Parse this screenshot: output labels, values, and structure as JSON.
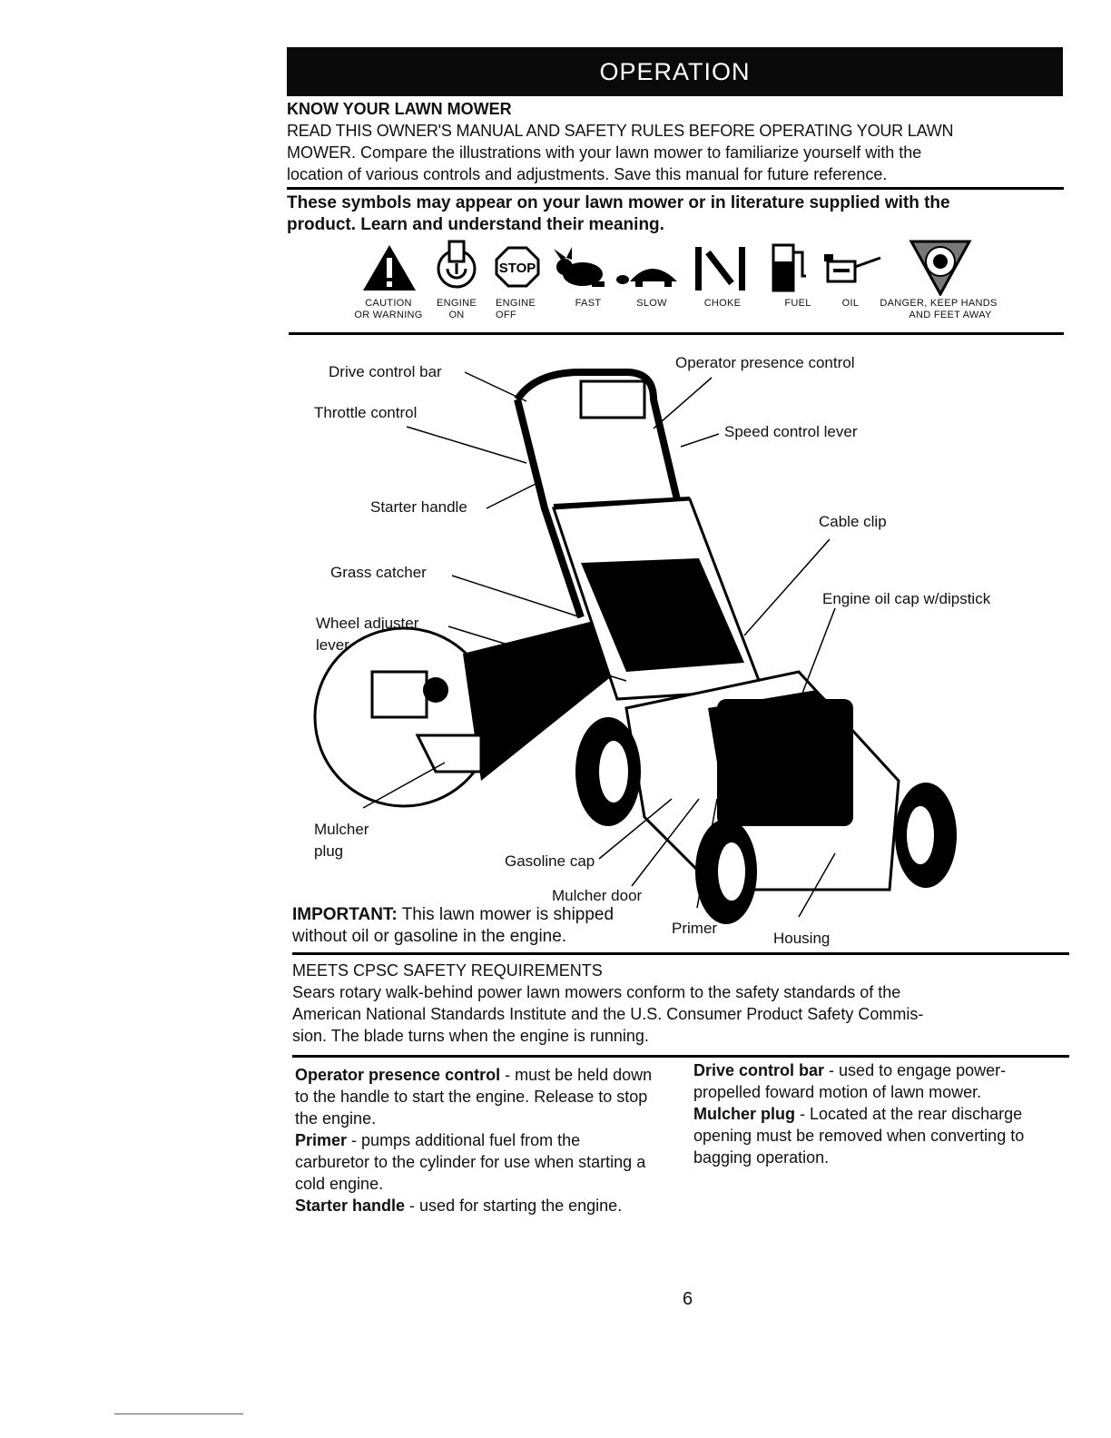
{
  "header": {
    "title": "OPERATION"
  },
  "know": {
    "title": "KNOW YOUR LAWN MOWER",
    "line1": "READ THIS OWNER'S MANUAL AND SAFETY RULES BEFORE OPERATING YOUR LAWN",
    "line2": "MOWER. Compare the illustrations with your lawn mower to familiarize yourself with the",
    "line3": "location of various controls and adjustments. Save this manual for future reference."
  },
  "symbols": {
    "heading_line1": "These symbols may appear on your lawn mower or in literature supplied with the",
    "heading_line2": "product. Learn and understand their meaning.",
    "items": [
      {
        "label1": "CAUTION",
        "label2": "OR WARNING",
        "icon": "caution-icon"
      },
      {
        "label1": "ENGINE",
        "label2": "ON",
        "icon": "engine-on-icon"
      },
      {
        "label1": "ENGINE",
        "label2": "OFF",
        "icon": "stop-icon"
      },
      {
        "label1": "FAST",
        "label2": "",
        "icon": "rabbit-icon"
      },
      {
        "label1": "SLOW",
        "label2": "",
        "icon": "turtle-icon"
      },
      {
        "label1": "CHOKE",
        "label2": "",
        "icon": "choke-icon"
      },
      {
        "label1": "FUEL",
        "label2": "",
        "icon": "fuel-pump-icon"
      },
      {
        "label1": "OIL",
        "label2": "",
        "icon": "oil-can-icon"
      },
      {
        "label1": "DANGER, KEEP HANDS",
        "label2": "AND FEET AWAY",
        "icon": "danger-hand-icon"
      }
    ]
  },
  "callouts": {
    "drive_control_bar": "Drive control bar",
    "operator_presence": "Operator presence control",
    "throttle": "Throttle control",
    "speed_lever": "Speed control lever",
    "starter_handle": "Starter handle",
    "cable_clip": "Cable clip",
    "grass_catcher": "Grass catcher",
    "oil_cap": "Engine oil cap w/dipstick",
    "wheel_adjuster_1": "Wheel adjuster",
    "wheel_adjuster_2": "lever",
    "mulcher_plug_1": "Mulcher",
    "mulcher_plug_2": "plug",
    "gasoline_cap": "Gasoline cap",
    "mulcher_door": "Mulcher door",
    "primer": "Primer",
    "housing": "Housing"
  },
  "important": {
    "label": "IMPORTANT:",
    "line1": "This lawn mower is shipped",
    "line2": "without oil or gasoline in the engine."
  },
  "cpsc": {
    "title": "MEETS CPSC SAFETY REQUIREMENTS",
    "line1": "Sears rotary walk-behind power lawn mowers conform to the safety standards of the",
    "line2": "American National Standards Institute and the U.S. Consumer Product Safety Commis-",
    "line3": "sion. The blade turns when the engine is running."
  },
  "definitions_left": [
    {
      "term": "Operator presence control",
      "text": " - must be held down to the handle to start the engine. Release to stop the engine."
    },
    {
      "term": "Primer",
      "text": " - pumps additional fuel from the carburetor to the cylinder for use when starting a cold engine."
    },
    {
      "term": "Starter handle",
      "text": " - used for starting the engine."
    }
  ],
  "definitions_right": [
    {
      "term": "Drive control bar",
      "text": " - used to engage power-propelled foward motion of lawn mower."
    },
    {
      "term": "Mulcher plug",
      "text": " - Located at the rear discharge opening must be removed when converting to bagging operation."
    }
  ],
  "page_number": "6",
  "colors": {
    "header_bg": "#0a0a0a",
    "text": "#111111"
  }
}
